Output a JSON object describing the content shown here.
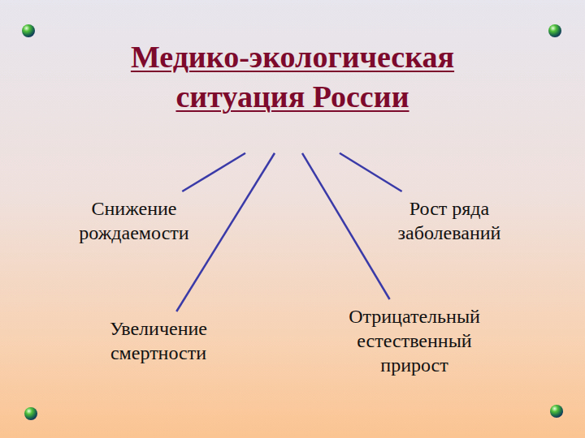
{
  "diagram": {
    "nodes": [
      {
        "text": [
          "Медико-экологическая ситуация России"
        ]
      },
      {
        "text": [
          "Снижение рождаемости"
        ]
      },
      {
        "text": [
          "Рост ряда заболеваний"
        ]
      },
      {
        "text": [
          "Увеличение смертности"
        ]
      },
      {
        "text": [
          "Отрицательный естественный прирост"
        ]
      }
    ],
    "edges": [
      {
        "from": 0,
        "to": 1,
        "arrow": "none"
      },
      {
        "from": 0,
        "to": 2,
        "arrow": "none"
      },
      {
        "from": 0,
        "to": 3,
        "arrow": "none"
      },
      {
        "from": 0,
        "to": 4,
        "arrow": "none"
      }
    ]
  }
}
